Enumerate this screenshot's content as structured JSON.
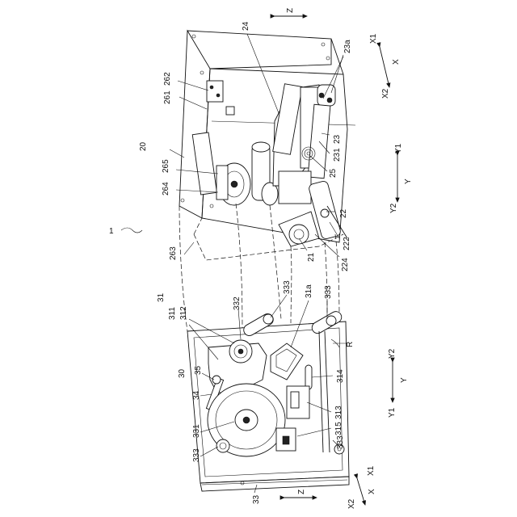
{
  "labels": {
    "l1": "1",
    "l20": "20",
    "l24": "24",
    "l23a": "23a",
    "l23": "23",
    "l231": "231",
    "l25": "25",
    "l22": "22",
    "l222": "222",
    "l21": "21",
    "l224": "224",
    "l261": "261",
    "l262": "262",
    "l265": "265",
    "l264": "264",
    "l263": "263",
    "l30": "30",
    "l31": "31",
    "l311": "311",
    "l312": "312",
    "l332": "332",
    "l333a": "333",
    "l31a": "31a",
    "l333b": "333",
    "lR": "R",
    "l35": "35",
    "l34": "34",
    "l314": "314",
    "l313": "313",
    "l315": "315",
    "l331": "331",
    "l333c": "333",
    "l333d": "333",
    "l33": "33"
  },
  "axes": {
    "top_z": "Z",
    "top_x1": "X1",
    "top_x": "X",
    "top_x2": "X2",
    "top_y1": "Y1",
    "top_y": "Y",
    "top_y2": "Y2",
    "bot_y2": "Y2",
    "bot_y": "Y",
    "bot_y1": "Y1",
    "bot_x1": "X1",
    "bot_x": "X",
    "bot_x2": "X2",
    "bot_z": "Z"
  }
}
